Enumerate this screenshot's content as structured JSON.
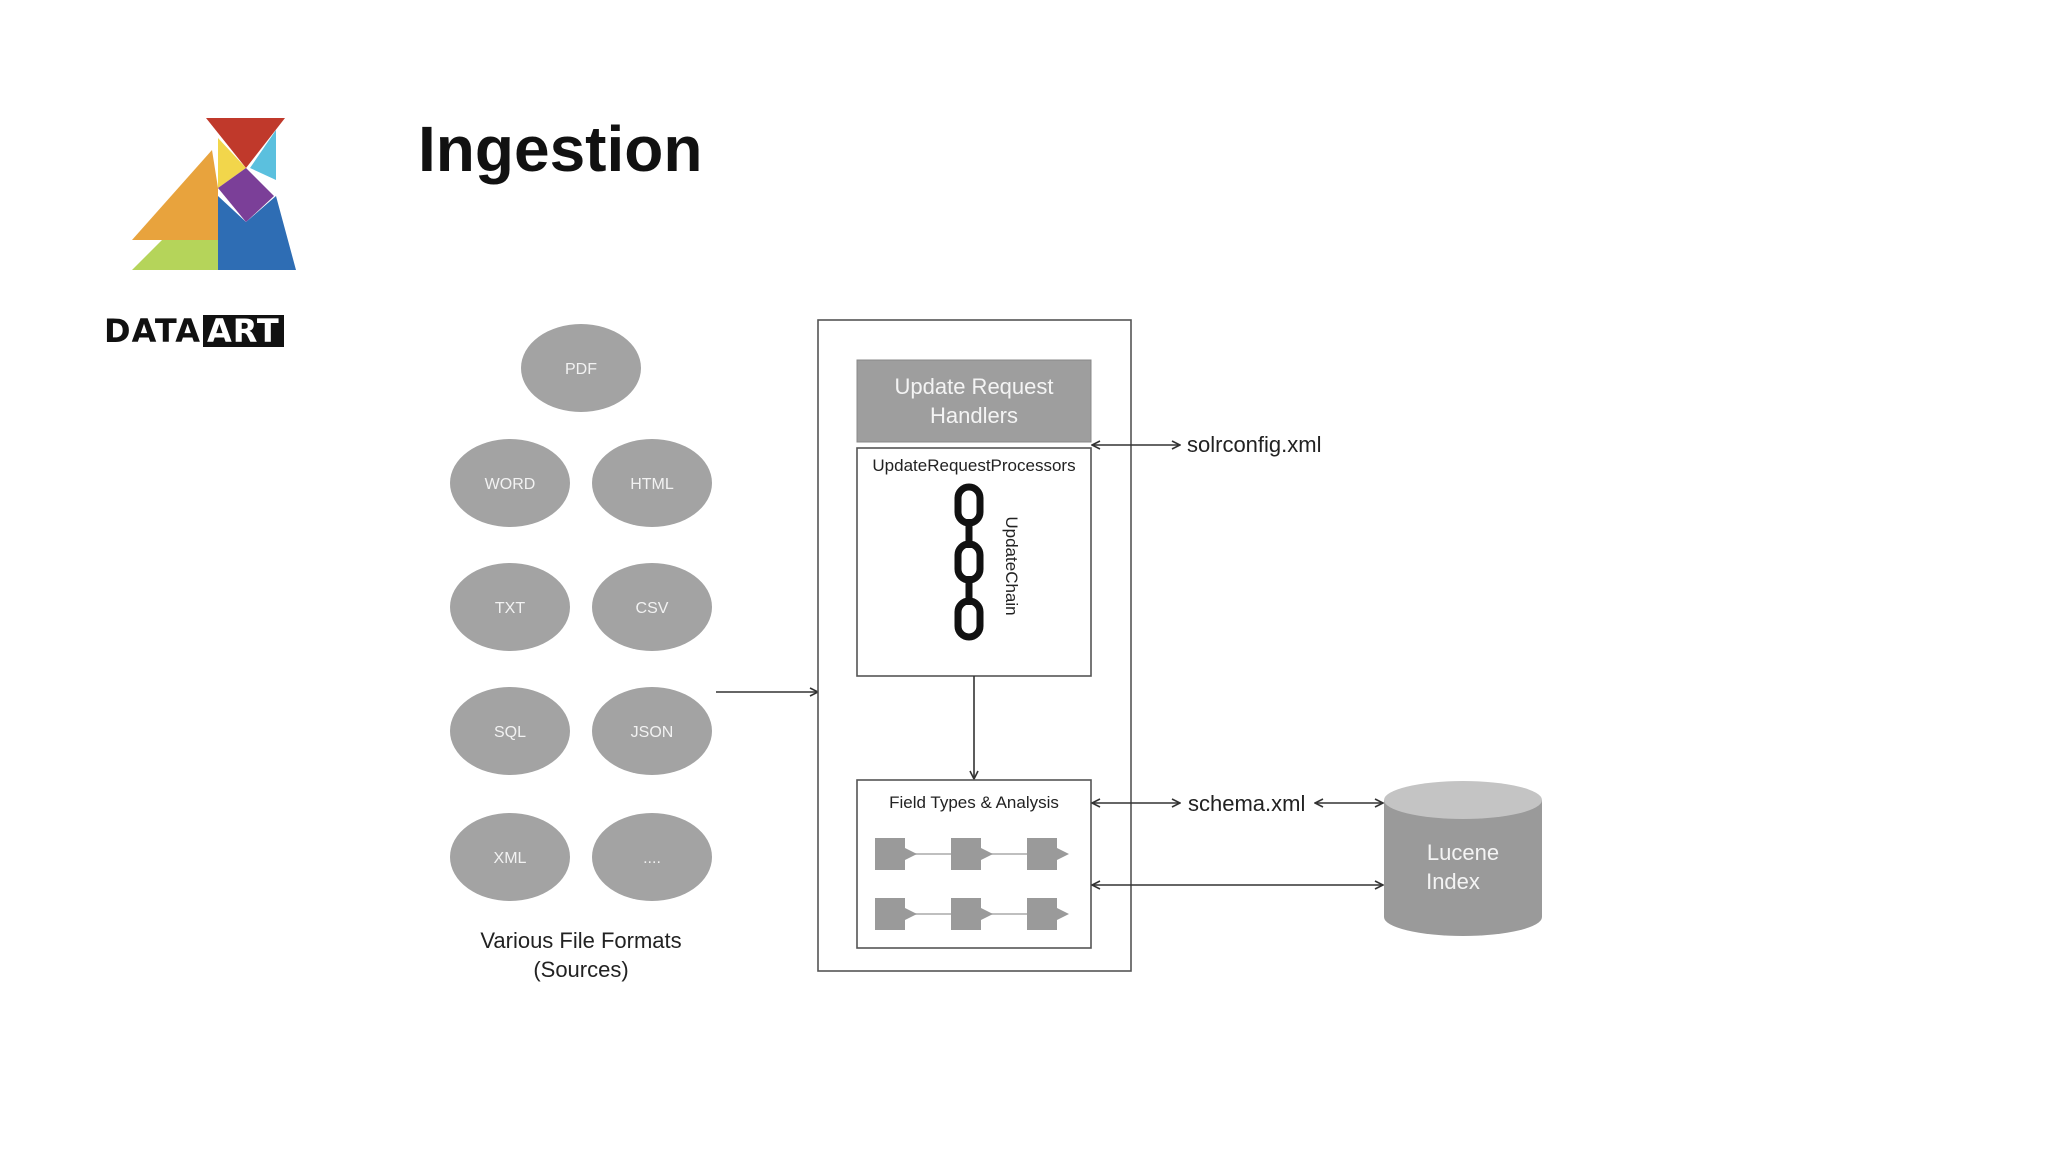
{
  "slide": {
    "title": "Ingestion"
  },
  "brand": {
    "part1": "DATA",
    "part2": "ART"
  },
  "sources": {
    "formats": [
      "PDF",
      "WORD",
      "HTML",
      "TXT",
      "CSV",
      "SQL",
      "JSON",
      "XML",
      "...."
    ],
    "caption_line1": "Various File Formats",
    "caption_line2": "(Sources)"
  },
  "solr": {
    "handlers_line1": "Update Request",
    "handlers_line2": "Handlers",
    "processors": "UpdateRequestProcessors",
    "chain": "UpdateChain",
    "fields": "Field Types & Analysis"
  },
  "configs": {
    "solrconfig": "solrconfig.xml",
    "schema": "schema.xml"
  },
  "index": {
    "line1": "Lucene",
    "line2": "Index"
  },
  "colors": {
    "ellipse_fill": "#a3a3a3",
    "header_fill": "#9e9e9e",
    "cylinder_fill": "#9a9a9a",
    "logo_red": "#c0392b",
    "logo_blue": "#2e6db4",
    "logo_purple": "#7b3f98",
    "logo_orange": "#e8a33d",
    "logo_yellow": "#f2d64b",
    "logo_green": "#b5d45a",
    "logo_cyan": "#5bc0de"
  }
}
